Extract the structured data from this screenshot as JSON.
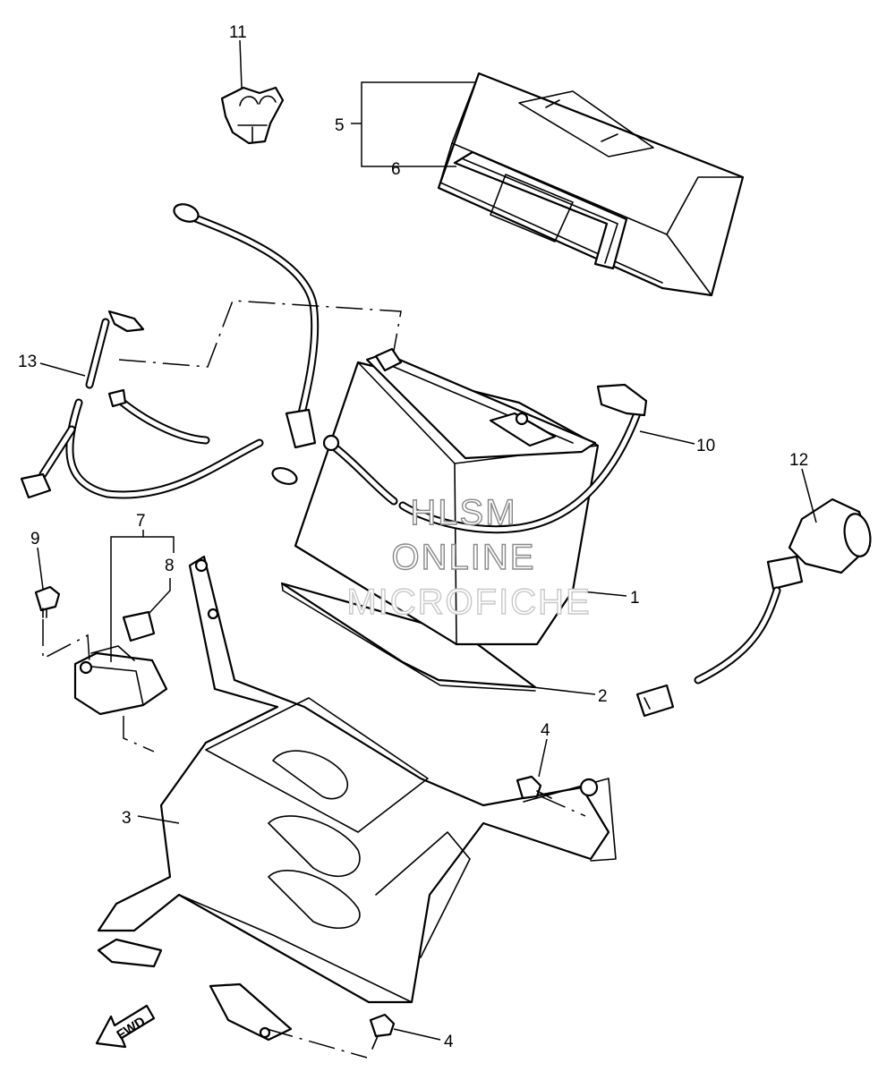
{
  "watermark": {
    "line1": "HLSM",
    "line2": "ONLINE",
    "line3": "MICROFICHE"
  },
  "direction_label": "FWD",
  "callouts": {
    "c1": "1",
    "c2": "2",
    "c3": "3",
    "c4a": "4",
    "c4b": "4",
    "c5": "5",
    "c6": "6",
    "c7": "7",
    "c8": "8",
    "c9": "9",
    "c10": "10",
    "c11": "11",
    "c12": "12",
    "c13": "13"
  },
  "colors": {
    "line": "#000000",
    "background": "#ffffff",
    "watermark": "#888888"
  }
}
